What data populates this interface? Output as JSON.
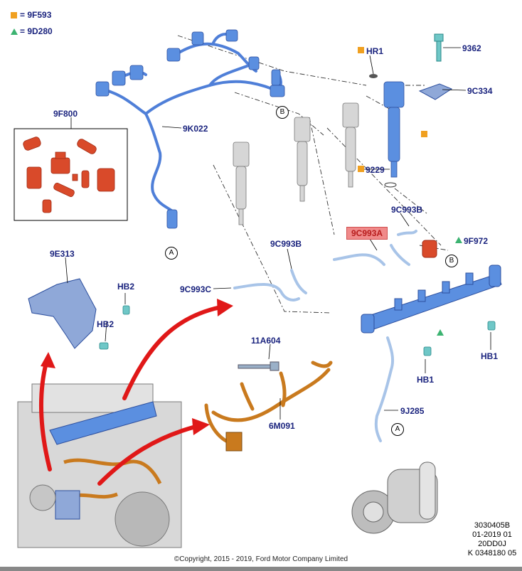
{
  "legend": [
    {
      "symbol": "orange-square",
      "text": "= 9F593"
    },
    {
      "symbol": "green-triangle",
      "text": "= 9D280"
    }
  ],
  "callouts": {
    "hr1": "HR1",
    "p9362": "9362",
    "p9c334": "9C334",
    "p9k022": "9K022",
    "p9f800": "9F800",
    "p9229": "9229",
    "p9c993b_top": "9C993B",
    "p9c993a": "9C993A",
    "p9f972": "9F972",
    "p9c993b_mid": "9C993B",
    "p9e313": "9E313",
    "hb2_a": "HB2",
    "hb2_b": "HB2",
    "p9c993c": "9C993C",
    "p11a604": "11A604",
    "p6m091": "6M091",
    "hb1_a": "HB1",
    "hb1_b": "HB1",
    "p9j285": "9J285"
  },
  "connectors": {
    "a1": "A",
    "a2": "A",
    "b1": "B",
    "b2": "B"
  },
  "reference": [
    "3030405B",
    "01-2019 01",
    "20DD0J",
    "K 0348180 05"
  ],
  "copyright": "©Copyright, 2015 - 2019, Ford Motor Company Limited",
  "colors": {
    "label": "#1a237e",
    "highlight": "#f08a8a",
    "part_blue": "#5b8fe0",
    "part_red": "#d94a2a",
    "harness_orange": "#c97a1e",
    "arrow_red": "#e01818",
    "legend_square": "#f0a020",
    "legend_triangle": "#3cb371"
  }
}
